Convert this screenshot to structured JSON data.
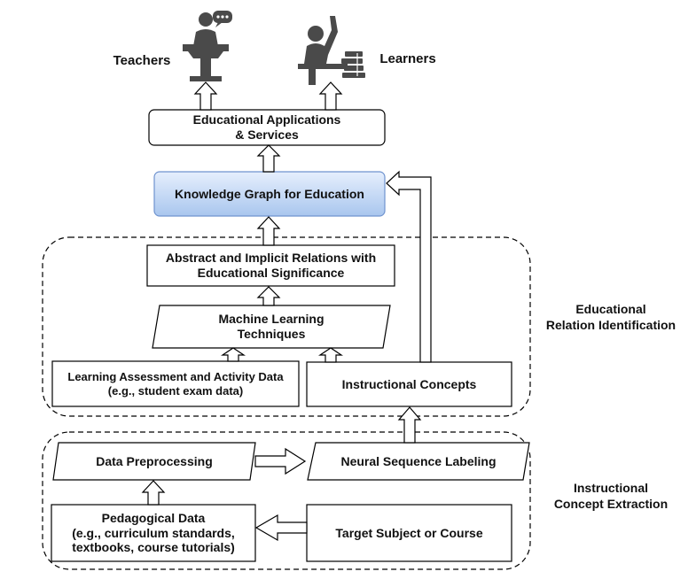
{
  "actors": {
    "teachers_label": "Teachers",
    "learners_label": "Learners",
    "teacher_icon": "teacher-at-podium-icon",
    "learner_icon": "learner-with-books-icon",
    "speech_bubble": "..."
  },
  "nodes": {
    "applications": [
      "Educational Applications",
      "& Services"
    ],
    "knowledge_graph": "Knowledge Graph for Education",
    "abstract_relations": [
      "Abstract and Implicit Relations with",
      "Educational Significance"
    ],
    "machine_learning": [
      "Machine Learning",
      "Techniques"
    ],
    "assessment_data": [
      "Learning Assessment and Activity Data",
      "(e.g., student exam data)"
    ],
    "instructional_concepts": "Instructional Concepts",
    "data_preprocessing": "Data Preprocessing",
    "neural_labeling": "Neural Sequence Labeling",
    "pedagogical_data": [
      "Pedagogical Data",
      "(e.g., curriculum standards,",
      "textbooks, course tutorials)"
    ],
    "target_subject": "Target Subject or Course"
  },
  "groups": {
    "relation_identification": [
      "Educational",
      "Relation Identification"
    ],
    "concept_extraction": [
      "Instructional",
      "Concept Extraction"
    ]
  },
  "colors": {
    "knowledge_graph_fill_top": "#e6effd",
    "knowledge_graph_fill_bottom": "#a9c6ee",
    "knowledge_graph_border": "#6f93cf",
    "icon_fill": "#4a4a4a",
    "stroke": "#000000"
  }
}
